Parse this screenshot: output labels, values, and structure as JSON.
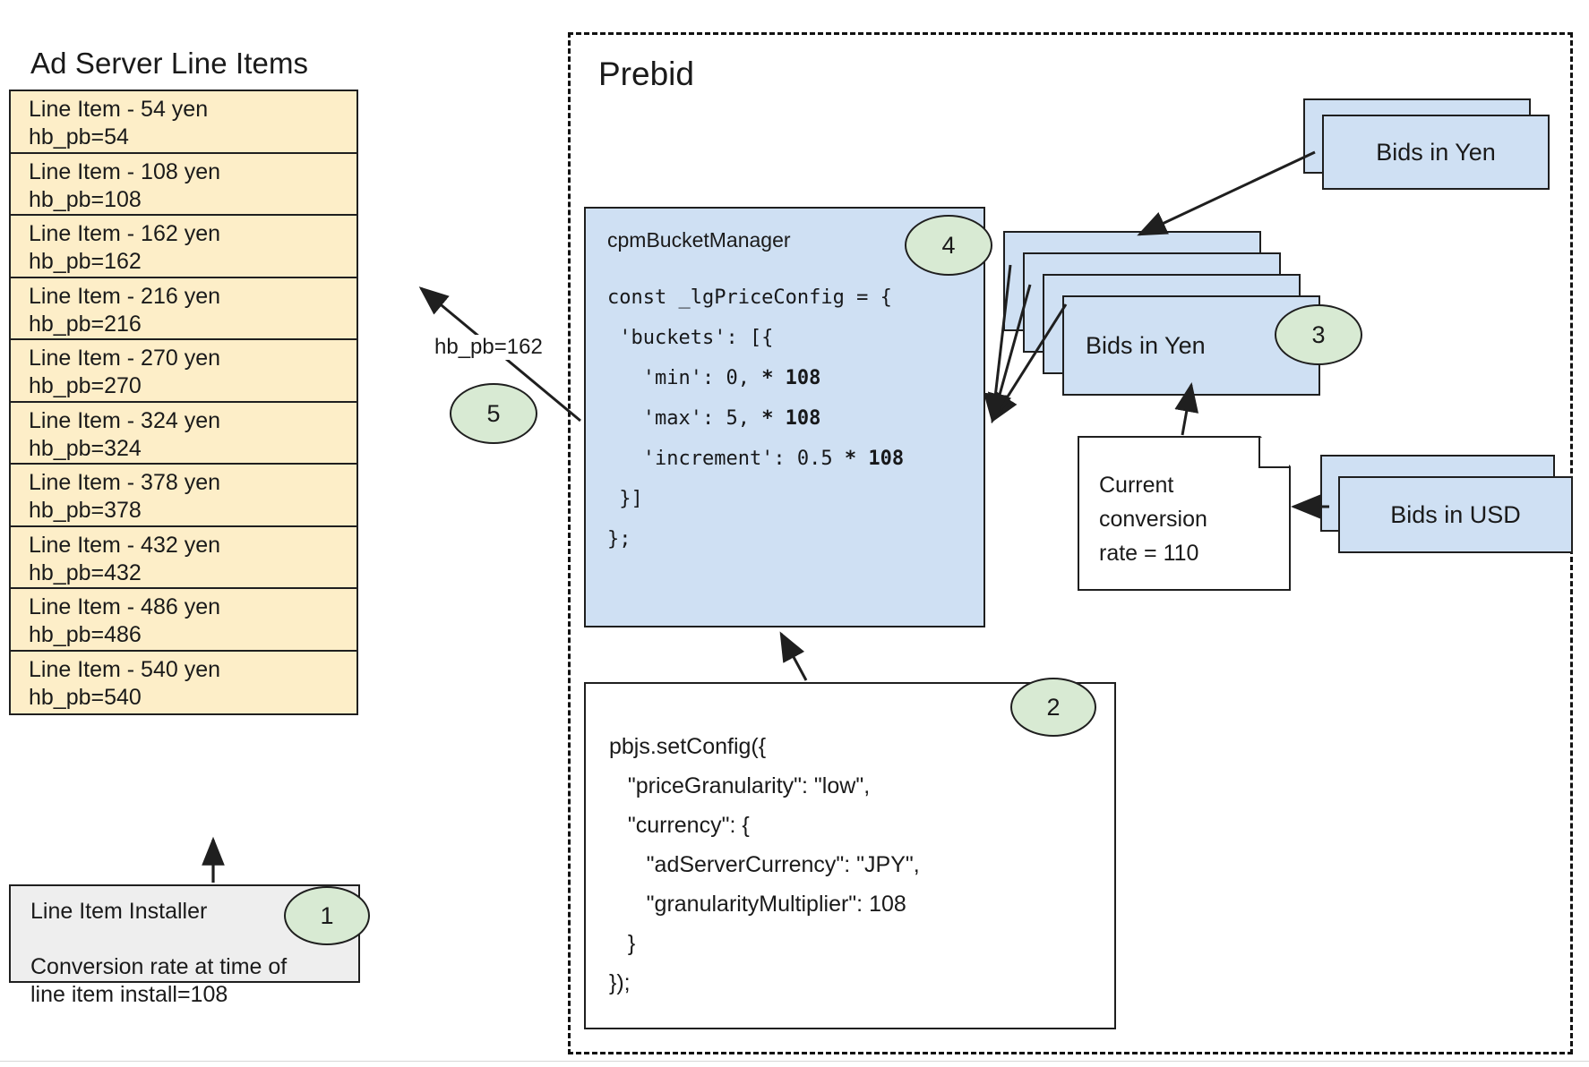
{
  "left_panel": {
    "title": "Ad Server Line Items",
    "line_items": [
      {
        "title": "Line Item - 54 yen",
        "key": "hb_pb=54"
      },
      {
        "title": "Line Item - 108 yen",
        "key": "hb_pb=108"
      },
      {
        "title": "Line Item - 162 yen",
        "key": "hb_pb=162"
      },
      {
        "title": "Line Item - 216 yen",
        "key": "hb_pb=216"
      },
      {
        "title": "Line Item - 270 yen",
        "key": "hb_pb=270"
      },
      {
        "title": "Line Item - 324 yen",
        "key": "hb_pb=324"
      },
      {
        "title": "Line Item - 378 yen",
        "key": "hb_pb=378"
      },
      {
        "title": "Line Item - 432 yen",
        "key": "hb_pb=432"
      },
      {
        "title": "Line Item - 486 yen",
        "key": "hb_pb=486"
      },
      {
        "title": "Line Item - 540 yen",
        "key": "hb_pb=540"
      }
    ],
    "installer": {
      "title": "Line Item Installer",
      "note_line_1": "Conversion rate at time of",
      "note_line_2": "line item install=108"
    }
  },
  "prebid": {
    "label": "Prebid",
    "cpm_bucket_manager": {
      "title": "cpmBucketManager",
      "code_lines": [
        {
          "text": "const _lgPriceConfig = {",
          "bold_tail": ""
        },
        {
          "text": " 'buckets': [{",
          "bold_tail": ""
        },
        {
          "text": "   'min': 0, ",
          "bold_tail": "* 108"
        },
        {
          "text": "   'max': 5, ",
          "bold_tail": "* 108"
        },
        {
          "text": "   'increment': 0.5 ",
          "bold_tail": "* 108"
        },
        {
          "text": " }]",
          "bold_tail": ""
        },
        {
          "text": "};",
          "bold_tail": ""
        }
      ]
    },
    "set_config": {
      "lines": [
        "pbjs.setConfig({",
        "   \"priceGranularity\": \"low\",",
        "   \"currency\": {",
        "      \"adServerCurrency\": \"JPY\",",
        "      \"granularityMultiplier\": 108",
        "   }",
        "});"
      ]
    },
    "bids_yen_top": "Bids in Yen",
    "bids_yen_stack": "Bids in Yen",
    "bids_usd": "Bids in USD",
    "conversion_note": {
      "line_1": "Current",
      "line_2": "conversion",
      "line_3": "rate = 110"
    }
  },
  "annotations": {
    "arrow_label_hb_pb": "hb_pb=162",
    "badges": {
      "one": "1",
      "two": "2",
      "three": "3",
      "four": "4",
      "five": "5"
    }
  },
  "colors": {
    "line_item_fill": "#fdeec8",
    "installer_fill": "#eeeeee",
    "blue_card_fill": "#cfe0f3",
    "badge_fill": "#d8ead3",
    "stroke": "#1f1f1f"
  }
}
